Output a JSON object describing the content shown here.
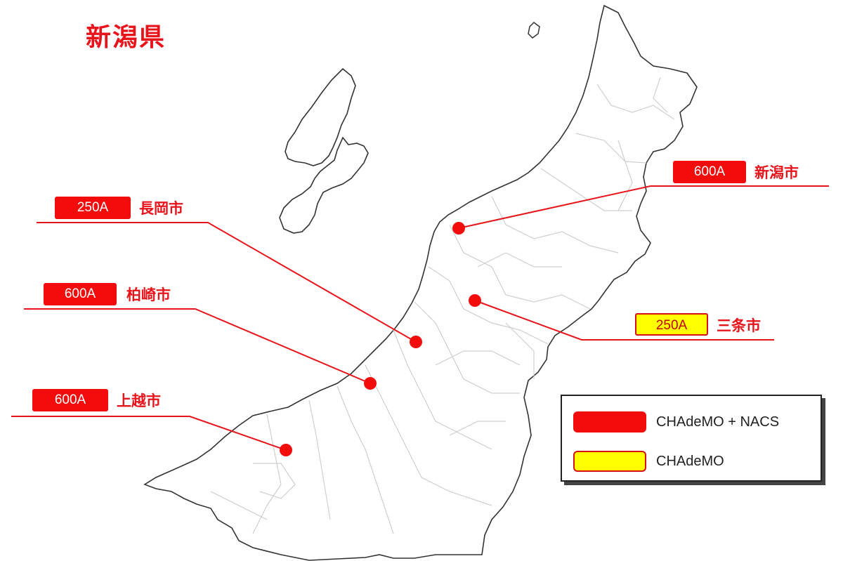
{
  "title": "新潟県",
  "colors": {
    "accent": "#e8141b",
    "chademo_nacs": "#f20c0c",
    "chademo": "#ffff00",
    "coast": "#333333",
    "boundary": "#d0d0d0"
  },
  "markers": [
    {
      "city": "新潟市",
      "current": "600A",
      "type": "CHAdeMO + NACS"
    },
    {
      "city": "長岡市",
      "current": "250A",
      "type": "CHAdeMO + NACS"
    },
    {
      "city": "柏崎市",
      "current": "600A",
      "type": "CHAdeMO + NACS"
    },
    {
      "city": "三条市",
      "current": "250A",
      "type": "CHAdeMO"
    },
    {
      "city": "上越市",
      "current": "600A",
      "type": "CHAdeMO + NACS"
    }
  ],
  "legend": {
    "items": [
      {
        "label": "CHAdeMO + NACS",
        "color": "#f20c0c"
      },
      {
        "label": "CHAdeMO",
        "color": "#ffff00"
      }
    ]
  }
}
